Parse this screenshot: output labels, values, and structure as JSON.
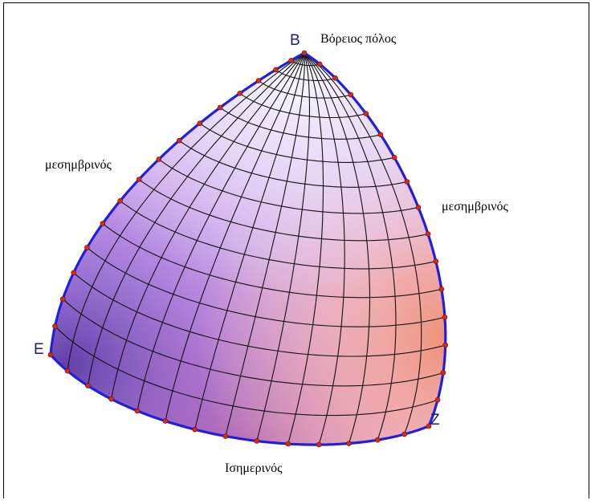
{
  "labels": {
    "north_point": "B",
    "north_pole": "Βόρειος πόλος",
    "meridian_left": "μεσημβρινός",
    "meridian_right": "μεσημβρινός",
    "point_e": "E",
    "point_z": "Z",
    "equator": "Ισημερινός"
  },
  "colors": {
    "boundary": "#1f1fe0",
    "grid": "#111111",
    "vertex": "#d42a18",
    "label_points": "#1a1a8c",
    "surface_top": "#eef0ff",
    "surface_left": "#7a52d6",
    "surface_right": "#f3a892",
    "surface_bottom": "#c85476"
  }
}
